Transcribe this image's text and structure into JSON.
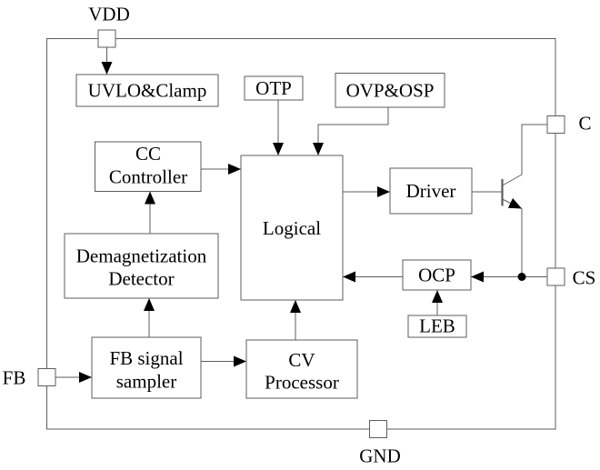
{
  "diagram": {
    "type": "ic-block-diagram",
    "background": "#ffffff",
    "line_color": "#5d5d5d",
    "text_color": "#000000",
    "arrow_color": "#000000"
  },
  "blocks": {
    "uvlo": {
      "label": "UVLO&Clamp"
    },
    "otp": {
      "label": "OTP"
    },
    "ovp": {
      "label": "OVP&OSP"
    },
    "cc": {
      "line1": "CC",
      "line2": "Controller"
    },
    "logical": {
      "label": "Logical"
    },
    "driver": {
      "label": "Driver"
    },
    "demag": {
      "line1": "Demagnetization",
      "line2": "Detector"
    },
    "ocp": {
      "label": "OCP"
    },
    "leb": {
      "label": "LEB"
    },
    "fb_sampler": {
      "line1": "FB signal",
      "line2": "sampler"
    },
    "cv": {
      "line1": "CV",
      "line2": "Processor"
    }
  },
  "pins": {
    "vdd": {
      "label": "VDD"
    },
    "c": {
      "label": "C"
    },
    "cs": {
      "label": "CS"
    },
    "fb": {
      "label": "FB"
    },
    "gnd": {
      "label": "GND"
    }
  },
  "connections": [
    {
      "from": "VDD pin",
      "to": "UVLO&Clamp",
      "arrow": true
    },
    {
      "from": "OTP",
      "to": "Logical",
      "arrow": true
    },
    {
      "from": "OVP&OSP",
      "to": "Logical",
      "arrow": true
    },
    {
      "from": "CC Controller",
      "to": "Logical",
      "arrow": true
    },
    {
      "from": "Demagnetization Detector",
      "to": "CC Controller",
      "arrow": true
    },
    {
      "from": "FB signal sampler",
      "to": "Demagnetization Detector",
      "arrow": true
    },
    {
      "from": "FB pin",
      "to": "FB signal sampler",
      "arrow": true
    },
    {
      "from": "FB signal sampler",
      "to": "CV Processor",
      "arrow": true
    },
    {
      "from": "CV Processor",
      "to": "Logical",
      "arrow": true
    },
    {
      "from": "Logical",
      "to": "Driver",
      "arrow": true
    },
    {
      "from": "Driver",
      "to": "transistor base",
      "arrow": false
    },
    {
      "from": "transistor collector",
      "to": "C pin",
      "arrow": false
    },
    {
      "from": "transistor emitter",
      "to": "CS pin",
      "arrow": false
    },
    {
      "from": "CS pin",
      "to": "OCP",
      "arrow": true
    },
    {
      "from": "OCP",
      "to": "Logical",
      "arrow": true
    },
    {
      "from": "LEB",
      "to": "OCP",
      "arrow": true
    }
  ]
}
